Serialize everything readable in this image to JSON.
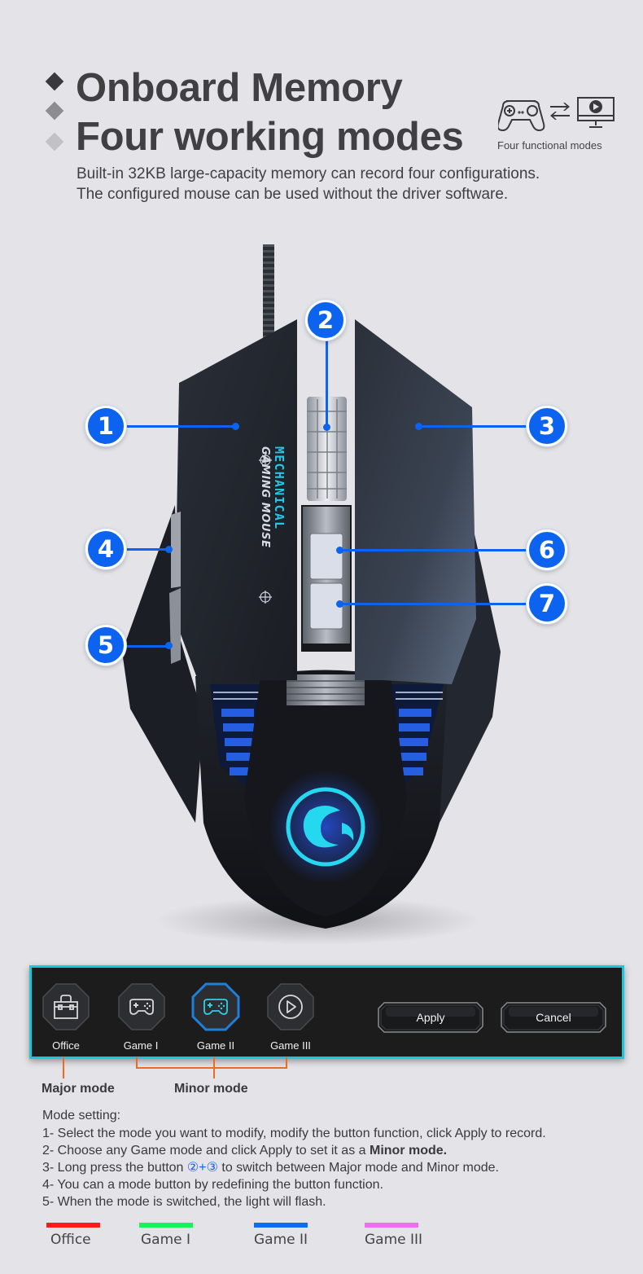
{
  "header": {
    "title_line1": "Onboard Memory",
    "title_line2": "Four working modes",
    "description_line1": "Built-in 32KB large-capacity memory can record four configurations.",
    "description_line2": "The configured mouse can be used without the driver software.",
    "modes_icon_caption": "Four functional modes",
    "bullet_colors": [
      "#3a3a3c",
      "#8d8d90",
      "#c2c2c5"
    ]
  },
  "mouse": {
    "brand_text_line1": "MECHANICAL",
    "brand_text_line2": "GAMING MOUSE",
    "callouts": [
      {
        "number": "1",
        "part": "left-button"
      },
      {
        "number": "2",
        "part": "scroll-wheel"
      },
      {
        "number": "3",
        "part": "right-button"
      },
      {
        "number": "4",
        "part": "side-button-forward"
      },
      {
        "number": "5",
        "part": "side-button-back"
      },
      {
        "number": "6",
        "part": "dpi-up-button"
      },
      {
        "number": "7",
        "part": "dpi-down-button"
      }
    ],
    "callout_color": "#0b63f0"
  },
  "mode_panel": {
    "border_color": "#18c7da",
    "modes": [
      {
        "label": "Office",
        "icon": "toolbox-icon",
        "selected": false
      },
      {
        "label": "Game I",
        "icon": "gamepad-icon",
        "selected": false
      },
      {
        "label": "Game II",
        "icon": "gamepad-icon",
        "selected": true
      },
      {
        "label": "Game III",
        "icon": "play-circle-icon",
        "selected": false
      }
    ],
    "apply_label": "Apply",
    "cancel_label": "Cancel"
  },
  "mode_types": {
    "major": "Major mode",
    "minor": "Minor mode",
    "bracket_color": "#ec6b1e"
  },
  "instructions": {
    "heading": "Mode setting:",
    "step1": "1- Select the mode you want to modify, modify the button function, click Apply to record.",
    "step2_prefix": "2- Choose any Game mode and click Apply to set it as a ",
    "step2_bold": "Minor mode.",
    "step3_prefix": "3- Long press the button ",
    "step3_buttons": "②+③",
    "step3_suffix": " to switch between Major mode and Minor mode.",
    "step4": "4- You can a mode button by redefining the button function.",
    "step5": "5- When the mode is switched, the light will flash."
  },
  "legend": [
    {
      "label": "Office",
      "color": "#ff1a1a"
    },
    {
      "label": "Game I",
      "color": "#14f55a"
    },
    {
      "label": "Game II",
      "color": "#0f6cf2"
    },
    {
      "label": "Game III",
      "color": "#ee6ef0"
    }
  ]
}
